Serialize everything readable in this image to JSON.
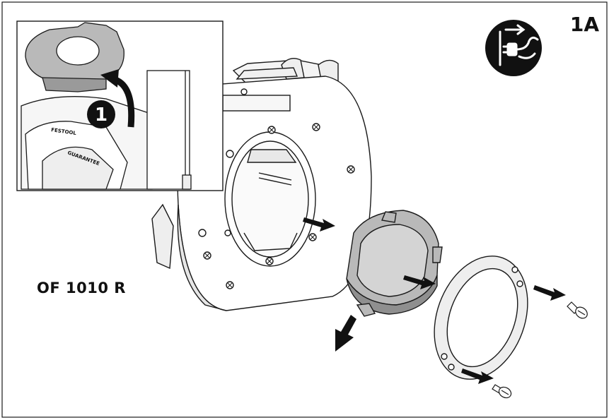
{
  "figure": {
    "step_label": "1A",
    "model_label": "OF 1010 R",
    "inset_step_number": "1",
    "inset_brand_text": "FESTOOL",
    "inset_brand_text_2": "GUARANTEE",
    "icon_unplug": "unplug-mains-icon"
  },
  "colors": {
    "line": "#1a1a1a",
    "part_gray": "#b9b9b9",
    "part_gray_dark": "#8f8f8f",
    "icon_bg": "#111111"
  }
}
